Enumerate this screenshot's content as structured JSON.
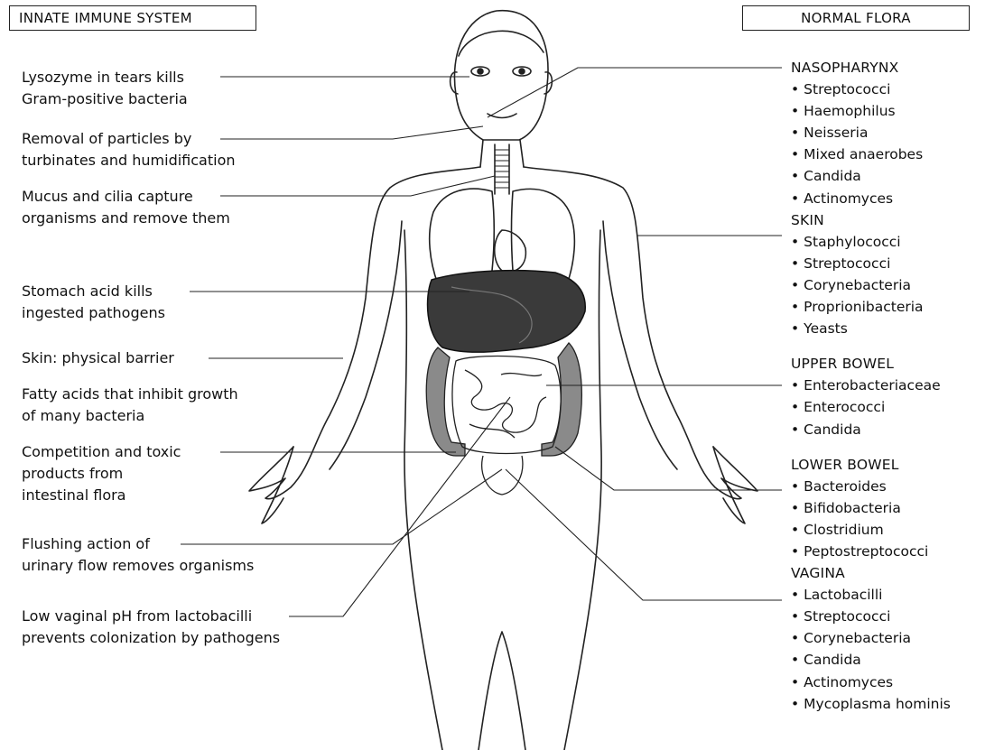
{
  "headers": {
    "left": "INNATE IMMUNE SYSTEM",
    "right": "NORMAL FLORA"
  },
  "innate_labels": [
    {
      "lines": [
        "Lysozyme in tears kills",
        "Gram-positive bacteria"
      ]
    },
    {
      "lines": [
        "Removal of particles by",
        "turbinates and humidification"
      ]
    },
    {
      "lines": [
        "Mucus and cilia capture",
        "organisms and remove them"
      ]
    },
    {
      "lines": [
        "Stomach acid kills",
        "ingested pathogens"
      ]
    },
    {
      "lines": [
        "Skin: physical barrier"
      ]
    },
    {
      "lines": [
        "Fatty acids that inhibit growth",
        "of many bacteria"
      ]
    },
    {
      "lines": [
        "Competition and toxic",
        "products from",
        "intestinal flora"
      ]
    },
    {
      "lines": [
        "Flushing action of",
        "urinary flow removes organisms"
      ]
    },
    {
      "lines": [
        "Low vaginal pH from lactobacilli",
        "prevents colonization by pathogens"
      ]
    }
  ],
  "normal_flora": [
    {
      "site": "NASOPHARYNX",
      "organisms": [
        "Streptococci",
        "Haemophilus",
        "Neisseria",
        "Mixed anaerobes",
        "Candida",
        "Actinomyces"
      ]
    },
    {
      "site": "SKIN",
      "organisms": [
        "Staphylococci",
        "Streptococci",
        "Corynebacteria",
        "Proprionibacteria",
        "Yeasts"
      ]
    },
    {
      "site": "UPPER BOWEL",
      "organisms": [
        "Enterobacteriaceae",
        "Enterococci",
        "Candida"
      ]
    },
    {
      "site": "LOWER BOWEL",
      "organisms": [
        "Bacteroides",
        "Bifidobacteria",
        "Clostridium",
        "Peptostreptococci"
      ]
    },
    {
      "site": "VAGINA",
      "organisms": [
        "Lactobacilli",
        "Streptococci",
        "Corynebacteria",
        "Candida",
        "Actinomyces",
        "Mycoplasma hominis"
      ]
    }
  ]
}
